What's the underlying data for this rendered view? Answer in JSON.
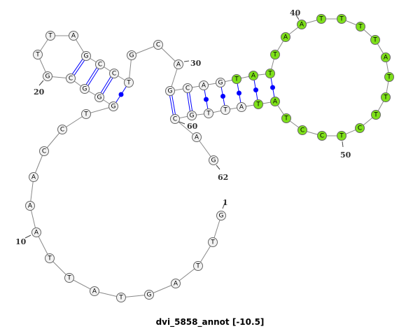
{
  "title": "dvi_5858_annot [-10.5]",
  "sequence": [
    "G",
    "T",
    "T",
    "A",
    "G",
    "T",
    "A",
    "T",
    "T",
    "A",
    "A",
    "A",
    "C",
    "C",
    "T",
    "G",
    "G",
    "G",
    "C",
    "G",
    "T",
    "T",
    "A",
    "G",
    "C",
    "C",
    "T",
    "G",
    "C",
    "A",
    "G",
    "C",
    "A",
    "G",
    "T",
    "A",
    "T",
    "T",
    "A",
    "A",
    "T",
    "T",
    "T",
    "T",
    "A",
    "T",
    "T",
    "T",
    "C",
    "T",
    "C",
    "C",
    "T",
    "A",
    "T",
    "A",
    "T",
    "T",
    "G",
    "C",
    "A",
    "G"
  ],
  "highlight_range": [
    35,
    55
  ],
  "colors": {
    "highlight": "#7ee11a",
    "normal": "#f2f2f2",
    "pair": "#0000ff",
    "backbone": "#888888"
  },
  "pairs": [
    [
      16,
      27
    ],
    [
      17,
      26
    ],
    [
      18,
      25
    ],
    [
      19,
      24
    ],
    [
      31,
      60
    ],
    [
      32,
      59
    ],
    [
      33,
      58
    ],
    [
      34,
      57
    ],
    [
      35,
      56
    ],
    [
      36,
      55
    ],
    [
      37,
      54
    ]
  ],
  "position_labels": [
    {
      "pos": 1,
      "text": "1"
    },
    {
      "pos": 10,
      "text": "10"
    },
    {
      "pos": 20,
      "text": "20"
    },
    {
      "pos": 30,
      "text": "30"
    },
    {
      "pos": 40,
      "text": "40"
    },
    {
      "pos": 50,
      "text": "50"
    },
    {
      "pos": 60,
      "text": "60"
    },
    {
      "pos": 62,
      "text": "62"
    }
  ]
}
